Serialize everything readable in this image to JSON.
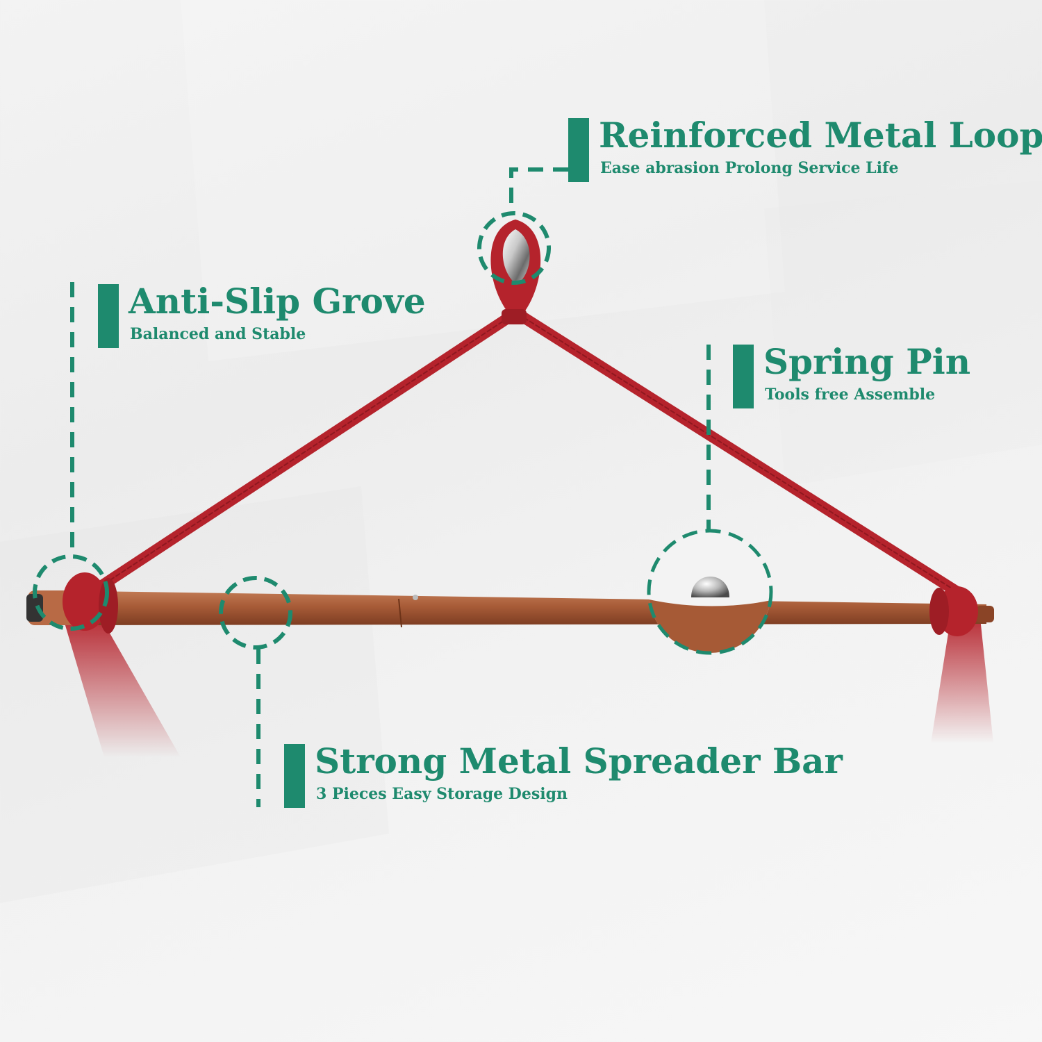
{
  "colors": {
    "accent": "#1e8a6e",
    "rope": "#b5232c",
    "bar": "#a65a36",
    "background": "#f1f1f1"
  },
  "callouts": {
    "loop": {
      "title": "Reinforced Metal Loop",
      "subtitle": "Ease abrasion Prolong Service Life"
    },
    "grove": {
      "title": "Anti-Slip Grove",
      "subtitle": "Balanced and Stable"
    },
    "pin": {
      "title": "Spring Pin",
      "subtitle": "Tools free Assemble"
    },
    "spreader": {
      "title": "Strong Metal Spreader Bar",
      "subtitle": "3 Pieces Easy Storage Design"
    }
  }
}
